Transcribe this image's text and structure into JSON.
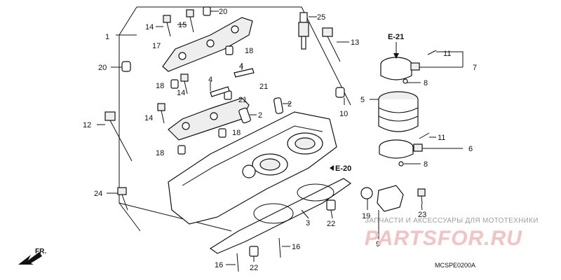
{
  "labels": {
    "p1": "1",
    "p2a": "2",
    "p2b": "2",
    "p3": "3",
    "p4a": "4",
    "p4b": "4",
    "p5": "5",
    "p6": "6",
    "p7": "7",
    "p8a": "8",
    "p8b": "8",
    "p9": "9",
    "p10": "10",
    "p11a": "11",
    "p11b": "11",
    "p12": "12",
    "p13": "13",
    "p14a": "14",
    "p14b": "14",
    "p14c": "14",
    "p15": "15",
    "p16a": "16",
    "p16b": "16",
    "p17": "17",
    "p18a": "18",
    "p18b": "18",
    "p18c": "18",
    "p18d": "18",
    "p19": "19",
    "p20a": "20",
    "p20b": "20",
    "p21a": "21",
    "p21b": "21",
    "p22a": "22",
    "p22b": "22",
    "p23": "23",
    "p24": "24",
    "p25": "25"
  },
  "refs": {
    "e21": "E-21",
    "e20": "E-20"
  },
  "watermark": {
    "top": "ЗАПЧАСТИ И АКСЕССУАРЫ ДЛЯ МОТОТЕХНИКИ",
    "brand": "PARTSFOR.RU"
  },
  "diagram_code": "MCSPE0200A",
  "front_marker": "FR."
}
